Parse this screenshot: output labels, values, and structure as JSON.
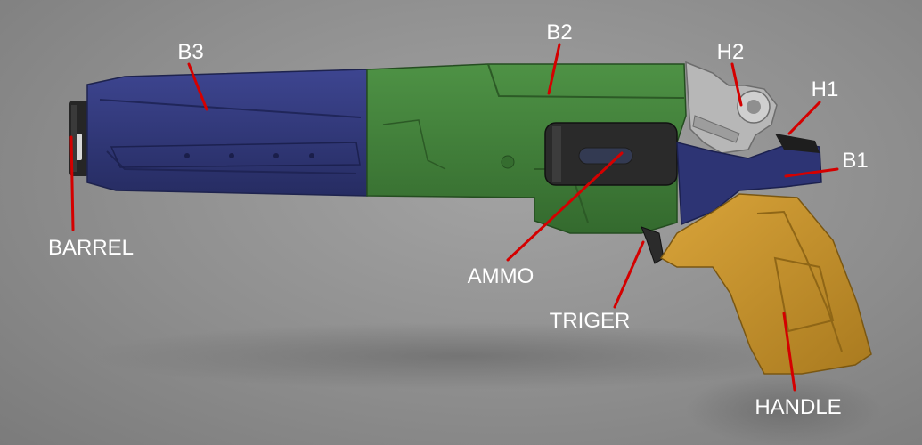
{
  "diagram": {
    "labels": {
      "b3": "B3",
      "b2": "B2",
      "h2": "H2",
      "h1": "H1",
      "b1": "B1",
      "barrel": "BARREL",
      "ammo": "AMMO",
      "triger": "TRIGER",
      "handle": "HANDLE"
    },
    "colors": {
      "b3": "#2e3576",
      "b2": "#3f7a37",
      "b1": "#2d3474",
      "handle": "#c28f2a",
      "hammer": "#b9b9b9",
      "barrel": "#2a2a2a",
      "leader": "#d40000",
      "label": "#ffffff"
    }
  }
}
